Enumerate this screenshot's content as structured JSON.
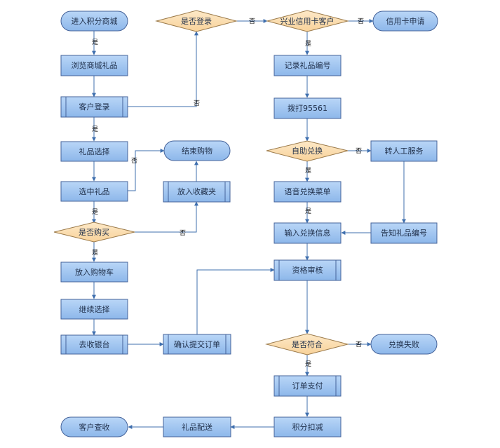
{
  "diagram": {
    "colors": {
      "box_fill": "#9fc4f0",
      "box_stroke": "#45639a",
      "decision_fill": "#fce0b4",
      "decision_stroke": "#9b7a4a",
      "arrow": "#3f6fae"
    },
    "nodes": {
      "start": "进入积分商城",
      "login_q": "是否登录",
      "cib_q": "兴业信用卡客户",
      "apply": "信用卡申请",
      "browse": "浏览商城礼品",
      "record": "记录礼品编号",
      "login": "客户登录",
      "dial": "拨打95561",
      "choose": "礼品选择",
      "end_shop": "结束购物",
      "self_q": "自助兑换",
      "manual": "转人工服务",
      "selected": "选中礼品",
      "fav": "放入收藏夹",
      "menu": "语音兑换菜单",
      "buy_q": "是否购买",
      "input": "输入兑换信息",
      "tell": "告知礼品编号",
      "cart": "放入购物车",
      "audit": "资格审核",
      "continue": "继续选择",
      "match_q": "是否符合",
      "fail": "兑换失败",
      "checkout": "去收银台",
      "confirm": "确认提交订单",
      "pay": "订单支付",
      "receive": "客户查收",
      "deliver": "礼品配送",
      "deduct": "积分扣减"
    },
    "edges": {
      "yes": "是",
      "no": "否"
    }
  }
}
